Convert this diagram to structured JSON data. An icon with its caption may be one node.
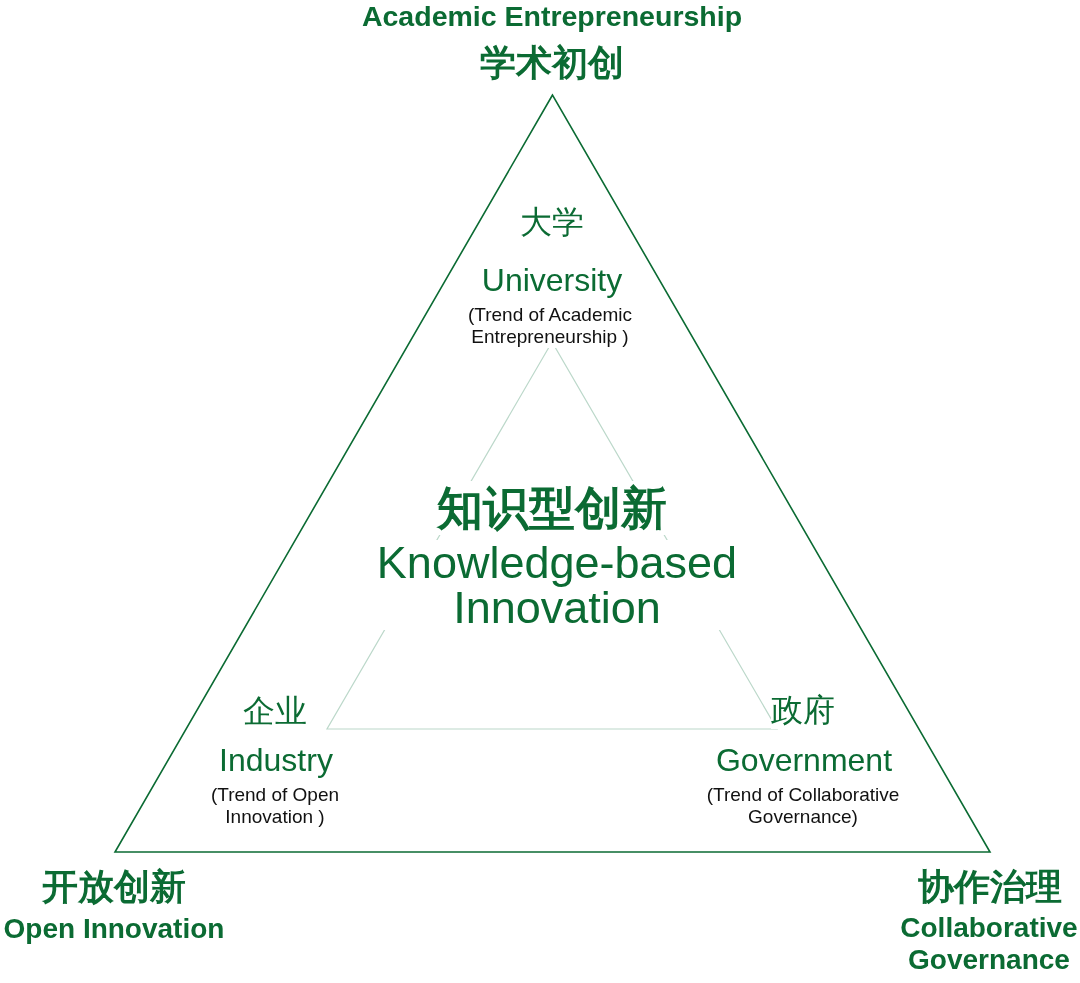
{
  "diagram": {
    "nodes": [
      {
        "text": [],
        "shape": "triangle"
      },
      {
        "text": [
          "知识型创新",
          "Knowledge-based Innovation"
        ],
        "in": 0
      }
    ],
    "labels": [
      "Academic Entrepreneurship",
      "学术初创",
      "大学",
      "University",
      "(Trend of Academic Entrepreneurship )",
      "企业",
      "Industry",
      "(Trend of Open Innovation )",
      "政府",
      "Government",
      "(Trend of Collaborative Governance)",
      "开放创新",
      "Open Innovation",
      "协作治理",
      "Collaborative Governance"
    ]
  }
}
